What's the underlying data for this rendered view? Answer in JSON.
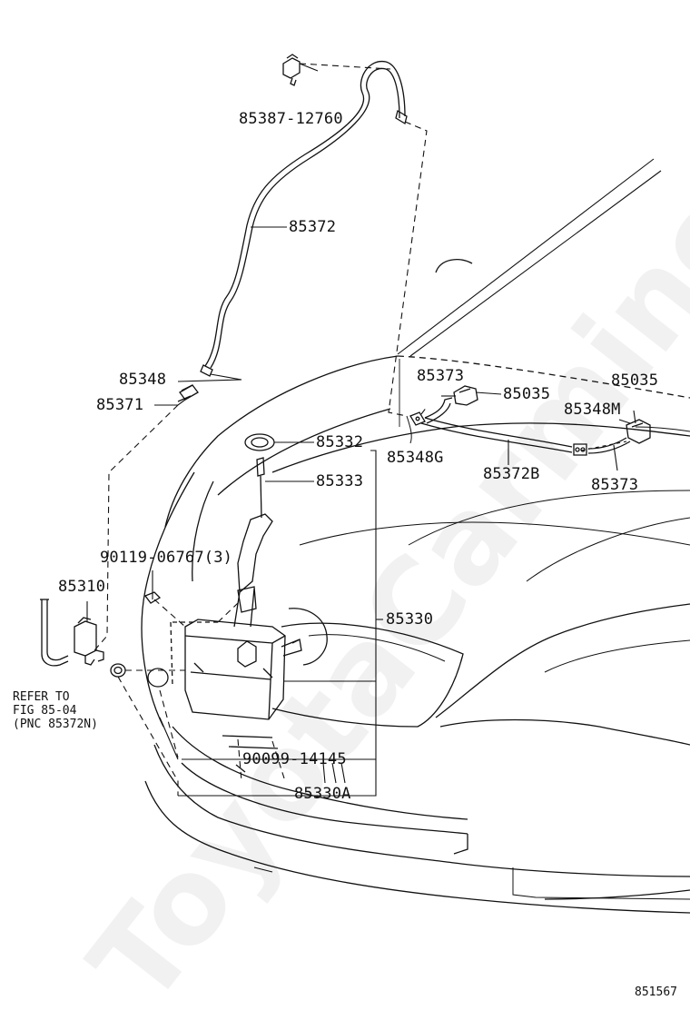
{
  "watermark": "ToyotaCarmine.ru",
  "figure_number": "851567",
  "note": "REFER TO\nFIG 85-04\n(PNC 85372N)",
  "parts": {
    "p85387": "85387-12760",
    "p85372": "85372",
    "p85348": "85348",
    "p85371": "85371",
    "p85373a": "85373",
    "p85035a": "85035",
    "p85035b": "85035",
    "p85348M": "85348M",
    "p85332": "85332",
    "p85348G": "85348G",
    "p85372B": "85372B",
    "p85373b": "85373",
    "p85333": "85333",
    "p90119": "90119-06767(3)",
    "p85310": "85310",
    "p85330": "85330",
    "p90099": "90099-14145",
    "p85330A": "85330A"
  },
  "colors": {
    "line": "#111111",
    "watermark": "#e6e6e6"
  }
}
